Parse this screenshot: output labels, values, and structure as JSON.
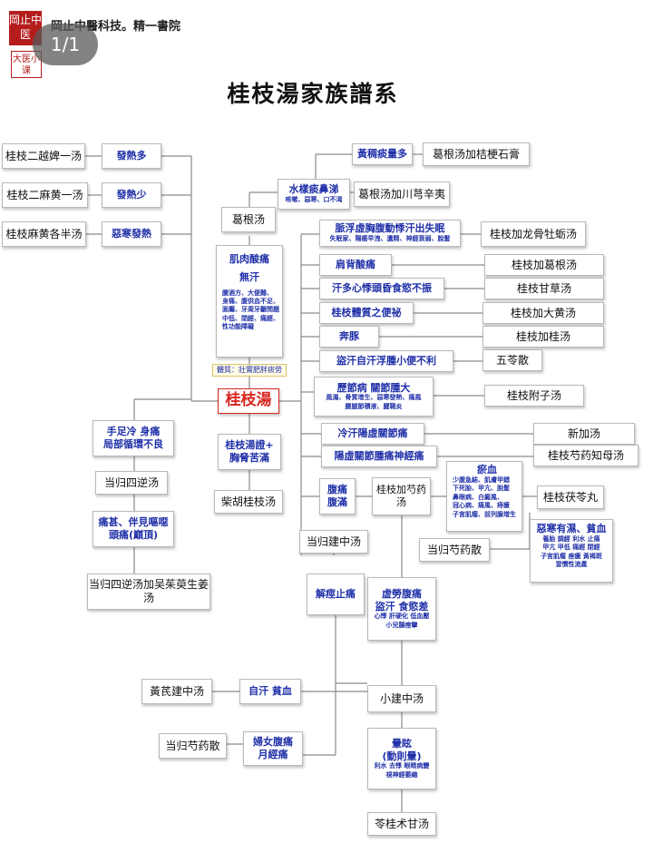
{
  "header": {
    "logo_text": "岡止中医",
    "logo2_text": "大医小课",
    "brand": "岡止中醫科技。精一書院",
    "pager": "1/1"
  },
  "title": "桂枝湯家族譜系",
  "nodes": {
    "center": "桂枝湯",
    "er_yue_bi": "桂枝二越婢一汤",
    "fa_re_duo": "發熱多",
    "er_ma_huang": "桂枝二麻黄一汤",
    "fa_re_shao": "發熱少",
    "ma_huang_ge_ban": "桂枝麻黄各半汤",
    "wu_han_fa_re": "惡寒發熱",
    "huang_ni": "黃稠痰量多",
    "ge_gen_jie_geng": "葛根汤加桔梗石膏",
    "shui_yang": {
      "label": "水樣痰鼻涕",
      "sub": "咳嗽、惡寒、口不渴"
    },
    "ge_gen_chuan": "葛根汤加川芎辛夷",
    "ge_gen": "葛根汤",
    "ji_rou": {
      "label": "肌肉酸痛",
      "label2": "無汗",
      "sub": [
        "腰酒方、大便難、",
        "身痛、腹供血不足、",
        "面癱、牙周牙齦問題",
        "中低、閉經、痛經、",
        "性功能障礙"
      ]
    },
    "ti_zhi": "體質：壯實肥胖痰勞",
    "mai_fu": {
      "label": "脈浮虛胸腹動悸汗出失眠",
      "sub": "失眠家、陽痿早洩、遺精、神經衰弱、脫髮"
    },
    "long_gu": "桂枝加龙骨牡蛎汤",
    "jian_bei": "肩背酸痛",
    "jia_ge_gen": "桂枝加葛根汤",
    "han_duo": "汗多心悸頭昏食慾不振",
    "gan_cao": "桂枝甘草汤",
    "ti_zhi_bian_mi": "桂枝體質之便祕",
    "jia_da_huang": "桂枝加大黄汤",
    "ben_tun": "奔豚",
    "jia_gui": "桂枝加桂汤",
    "dao_han": "盜汗自汗浮腫小便不利",
    "wu_ling": "五苓散",
    "li_jie": {
      "label": "歷節病 關節腫大",
      "sub": [
        "風濕、骨質增生、惡寒發熱、痛風",
        "腰腿節積液、腱鞘炎"
      ]
    },
    "fu_zi": "桂枝附子汤",
    "leng_han": "冷汗陽虛關節痛",
    "xin_jia": "新加汤",
    "yang_xu": "陽虛關節腫痛神經痛",
    "zhi_mu": "桂枝芍药知母汤",
    "shou_zu": {
      "label": "手足冷 身痛",
      "label2": "局部循環不良"
    },
    "dang_gui_si_ni": "当归四逆汤",
    "tong_shen": {
      "label": "痛甚、伴見嘔噁",
      "label2": "頭痛(巔頂)"
    },
    "wu_zhu_yu": "当归四逆汤加吴茱萸生姜汤",
    "zheng_xiong": {
      "label": "桂枝湯證+",
      "label2": "胸脅苦滿"
    },
    "chai_hu": "柴胡桂枝汤",
    "fu_tong": {
      "label": "腹痛",
      "label2": "腹滿"
    },
    "jia_shao": "桂枝加芍药汤",
    "yu_xue": {
      "label": "瘀血",
      "sub": [
        "少腹急結、肌膚甲錯",
        "下死胎、甲亢、脫髮",
        "鼻眼病、白癜風、",
        "冠心病、痛風、痔瘡",
        "子宮肌瘤、前列腺增生"
      ]
    },
    "fu_ling_wan": "桂枝茯苓丸",
    "wu_han_you": {
      "label": "惡寒有濕、貧血",
      "sub": [
        "養胎 調經 利水 止痛",
        "甲亢 甲低 痛經 閉經",
        "子宮肌瘤 痤瘡 黃褐斑",
        "習慣性流產"
      ]
    },
    "dang_gui_shao_yao_1": "当归芍药散",
    "dang_gui_jian": "当归建中汤",
    "jie_jing": "解痙止痛",
    "xu_lao": {
      "label": "虚勞腹痛",
      "label2": "盜汗 食慾差",
      "sub": [
        "心悸 肝硬化 低血壓",
        "小兒腸痙攣"
      ]
    },
    "huang_qi": "黃芪建中汤",
    "zi_han": "自汗 貧血",
    "xiao_jian": "小建中汤",
    "dang_gui_shao_yao_2": "当归芍药散",
    "fu_nv": {
      "label": "婦女腹痛",
      "label2": "月經痛"
    },
    "yun_xuan": {
      "label": "暈眩",
      "label2": "(動則暈)",
      "sub": [
        "利水 去悸 眼睛病變",
        "視神經萎縮"
      ]
    },
    "ling_gui": "苓桂术甘汤"
  },
  "colors": {
    "accent_blue": "#1f2fa8",
    "accent_red": "#d8261f",
    "logo_red": "#b51d1d",
    "line": "#8a8a8a"
  }
}
